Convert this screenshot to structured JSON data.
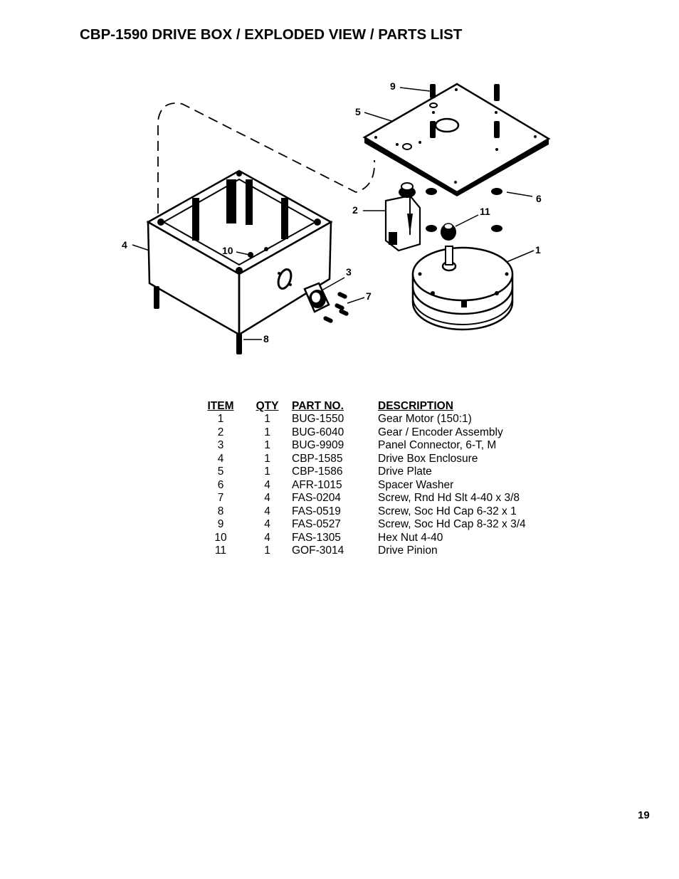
{
  "page": {
    "title": "CBP-1590 DRIVE BOX / EXPLODED VIEW / PARTS LIST",
    "page_number": "19"
  },
  "diagram": {
    "callouts": [
      "1",
      "2",
      "3",
      "4",
      "5",
      "6",
      "7",
      "8",
      "9",
      "10",
      "11"
    ]
  },
  "parts_table": {
    "headers": {
      "item": "ITEM",
      "qty": "QTY",
      "part_no": "PART NO.",
      "description": "DESCRIPTION"
    },
    "rows": [
      {
        "item": "1",
        "qty": "1",
        "part_no": "BUG-1550",
        "description": "Gear Motor (150:1)"
      },
      {
        "item": "2",
        "qty": "1",
        "part_no": "BUG-6040",
        "description": "Gear / Encoder Assembly"
      },
      {
        "item": "3",
        "qty": "1",
        "part_no": "BUG-9909",
        "description": "Panel Connector, 6-T, M"
      },
      {
        "item": "4",
        "qty": "1",
        "part_no": "CBP-1585",
        "description": "Drive Box Enclosure"
      },
      {
        "item": "5",
        "qty": "1",
        "part_no": "CBP-1586",
        "description": "Drive Plate"
      },
      {
        "item": "6",
        "qty": "4",
        "part_no": "AFR-1015",
        "description": "Spacer Washer"
      },
      {
        "item": "7",
        "qty": "4",
        "part_no": "FAS-0204",
        "description": "Screw, Rnd Hd Slt 4-40 x 3/8"
      },
      {
        "item": "8",
        "qty": "4",
        "part_no": "FAS-0519",
        "description": "Screw, Soc Hd Cap 6-32 x 1"
      },
      {
        "item": "9",
        "qty": "4",
        "part_no": "FAS-0527",
        "description": "Screw, Soc Hd Cap 8-32 x 3/4"
      },
      {
        "item": "10",
        "qty": "4",
        "part_no": "FAS-1305",
        "description": "Hex Nut 4-40"
      },
      {
        "item": "11",
        "qty": "1",
        "part_no": "GOF-3014",
        "description": "Drive Pinion"
      }
    ]
  }
}
